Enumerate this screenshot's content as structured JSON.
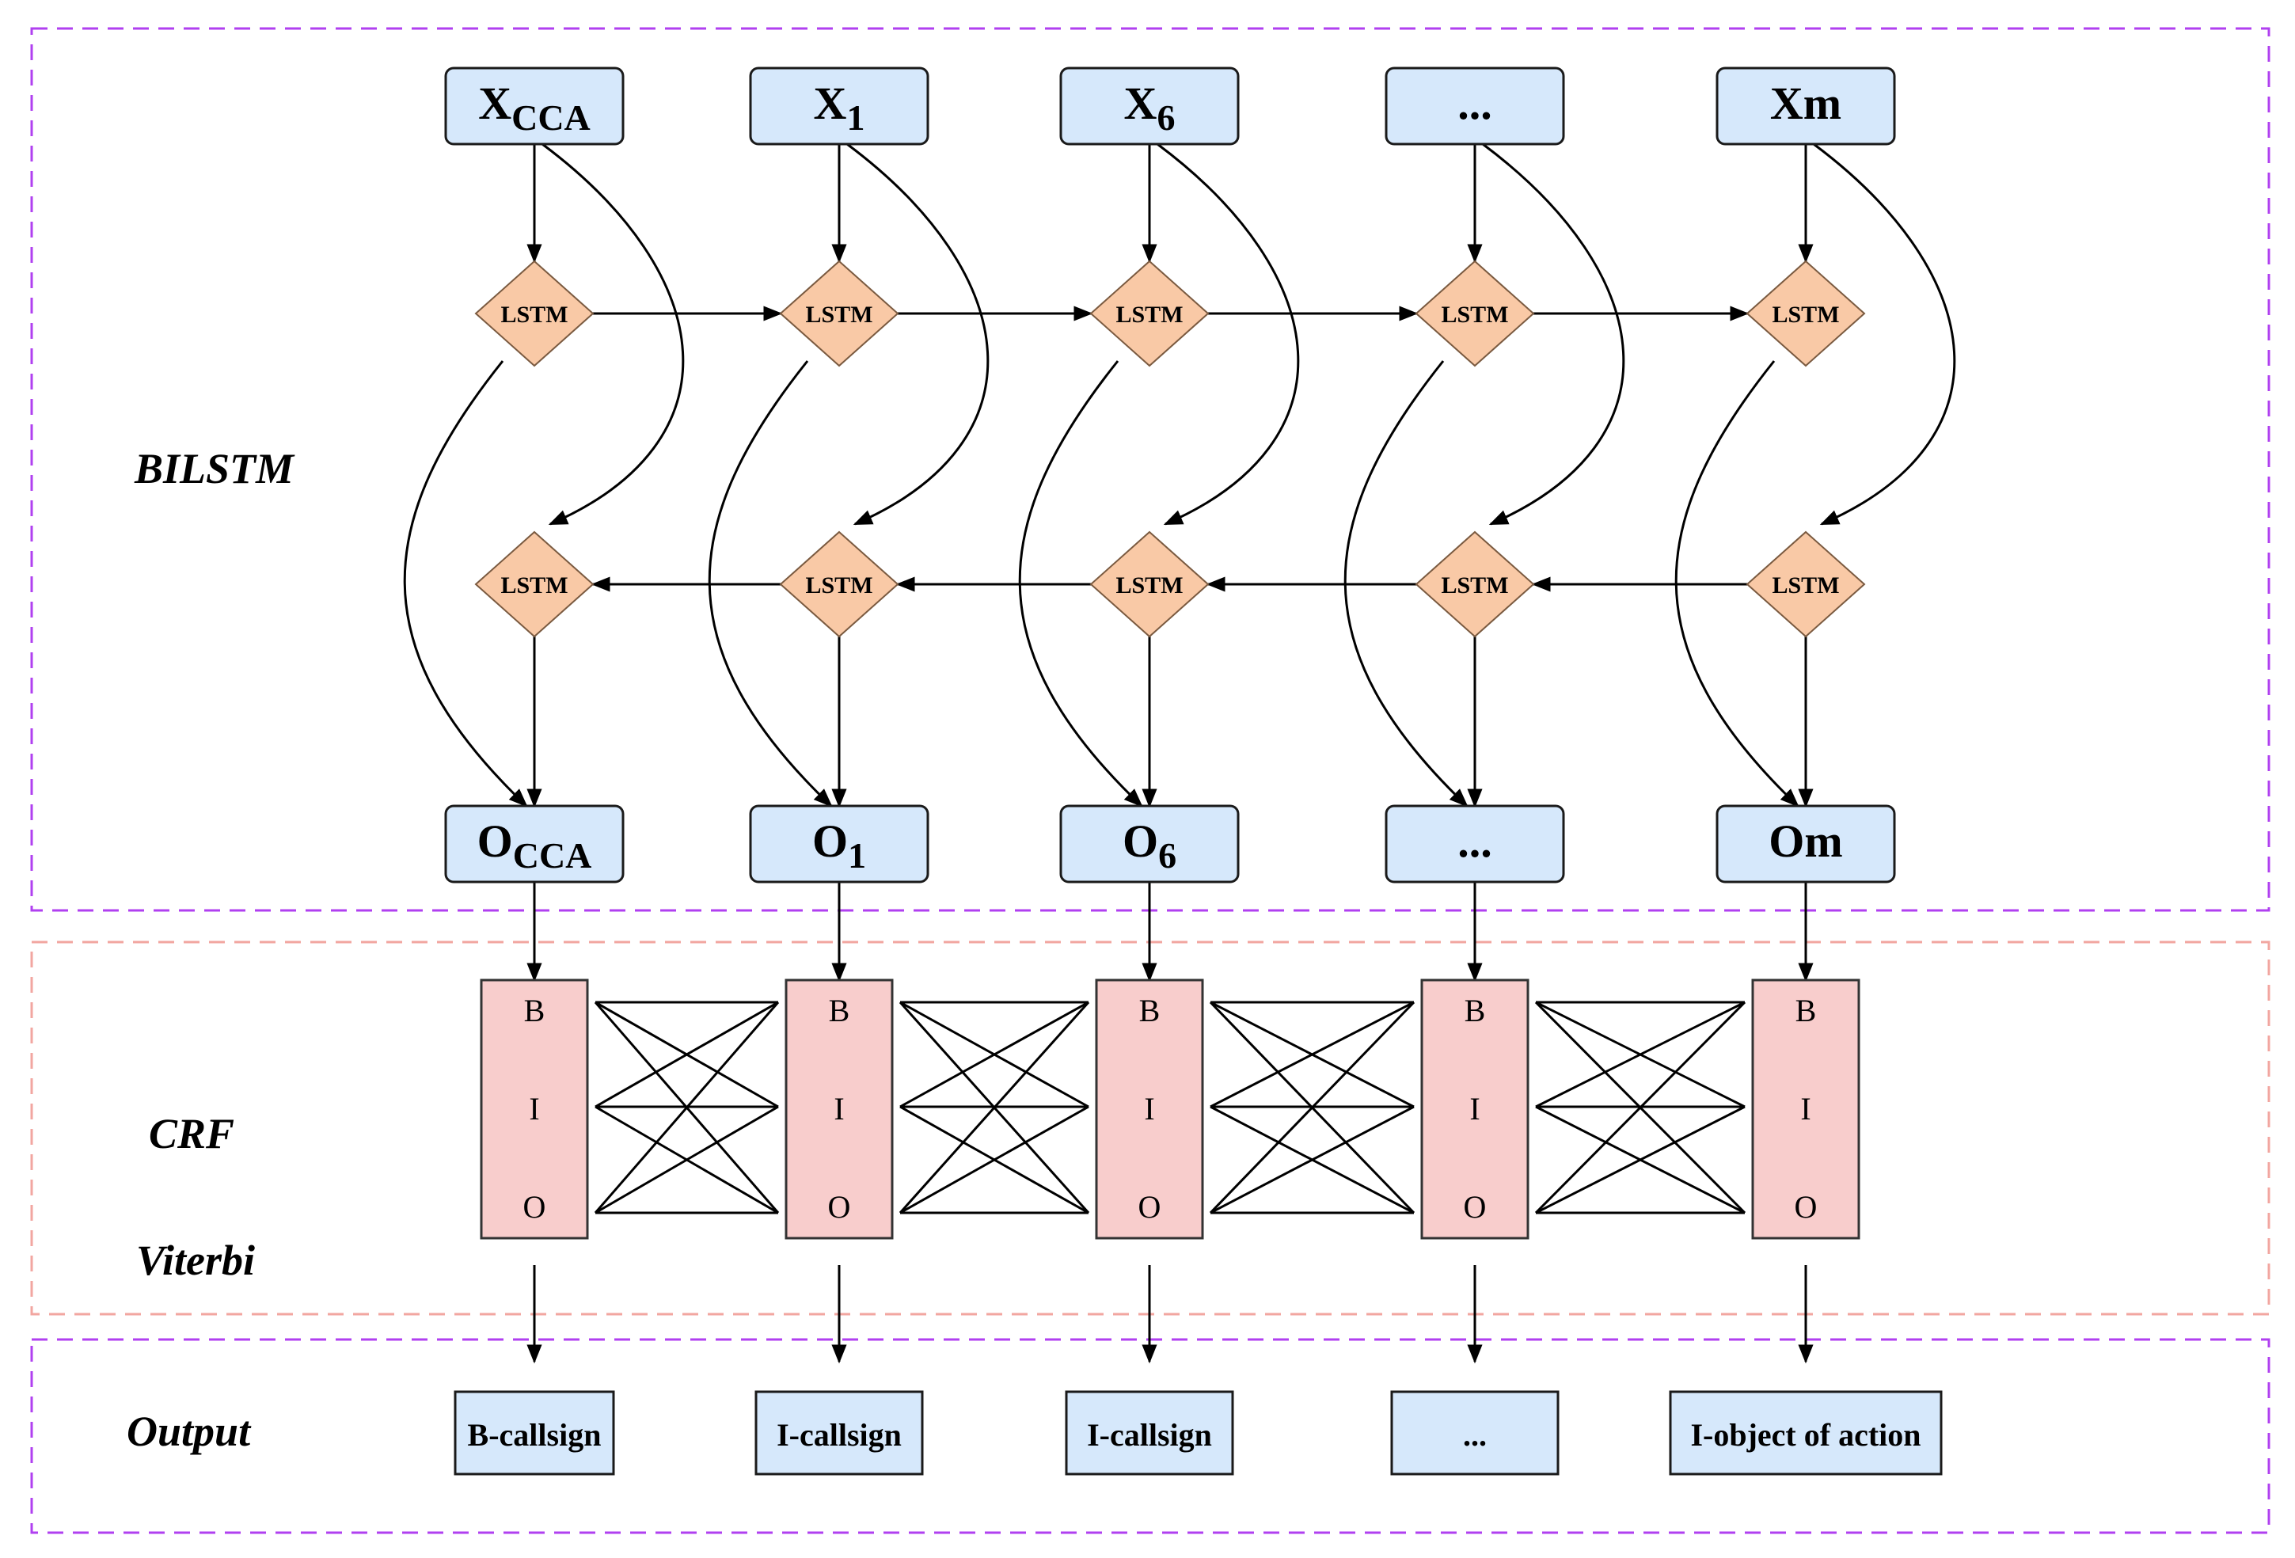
{
  "sections": {
    "bilstm": "BILSTM",
    "crf": "CRF",
    "viterbi": "Viterbi",
    "output": "Output"
  },
  "lstm_label": "LSTM",
  "columns": [
    {
      "input_main": "X",
      "input_sub": "CCA",
      "output_main": "O",
      "output_sub": "CCA",
      "result": "B-callsign"
    },
    {
      "input_main": "X",
      "input_sub": "1",
      "output_main": "O",
      "output_sub": "1",
      "result": "I-callsign"
    },
    {
      "input_main": "X",
      "input_sub": "6",
      "output_main": "O",
      "output_sub": "6",
      "result": "I-callsign"
    },
    {
      "input_main": "...",
      "input_sub": "",
      "output_main": "...",
      "output_sub": "",
      "result": "..."
    },
    {
      "input_main": "Xm",
      "input_sub": "",
      "output_main": "Om",
      "output_sub": "",
      "result": "I-object of action"
    }
  ],
  "tags": [
    "B",
    "I",
    "O"
  ],
  "colors": {
    "node_fill": "#d6e8fb",
    "lstm_fill": "#f9c9a6",
    "crf_fill": "#f8cdcc",
    "bilstm_border": "#b040f0",
    "crf_border": "#f2a6a0",
    "output_border": "#b040f0"
  }
}
